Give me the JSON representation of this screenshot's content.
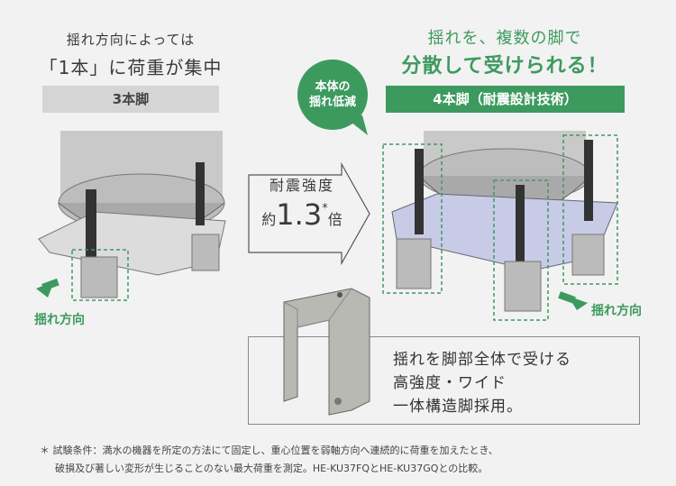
{
  "left": {
    "heading_line1": "揺れ方向によっては",
    "heading_line2": "「1本」に荷重が集中",
    "label": "3本脚",
    "direction_label": "揺れ方向"
  },
  "right": {
    "heading_line1": "揺れを、複数の脚で",
    "heading_line2": "分散して受けられる！",
    "label": "4本脚（耐震設計技術）",
    "direction_label": "揺れ方向"
  },
  "bubble": {
    "line1": "本体の",
    "line2": "揺れ低減"
  },
  "arrow": {
    "line1": "耐震強度",
    "prefix": "約",
    "value": "1.3",
    "suffix": "倍",
    "mark": "*"
  },
  "feature": {
    "line1": "揺れを脚部全体で受ける",
    "line2": "高強度・ワイド",
    "line3": "一体構造脚採用。"
  },
  "footnote": {
    "line1": "＊ 試験条件：満水の機器を所定の方法にて固定し、重心位置を弱軸方向へ連続的に荷重を加えたとき、",
    "line2": "破損及び著しい変形が生じることのない最大荷重を測定。HE-KU37FQとHE-KU37GQとの比較。"
  },
  "colors": {
    "accent": "#3d9a5f",
    "gray_bar": "#d5d5d5",
    "background": "#f2f2f2"
  }
}
